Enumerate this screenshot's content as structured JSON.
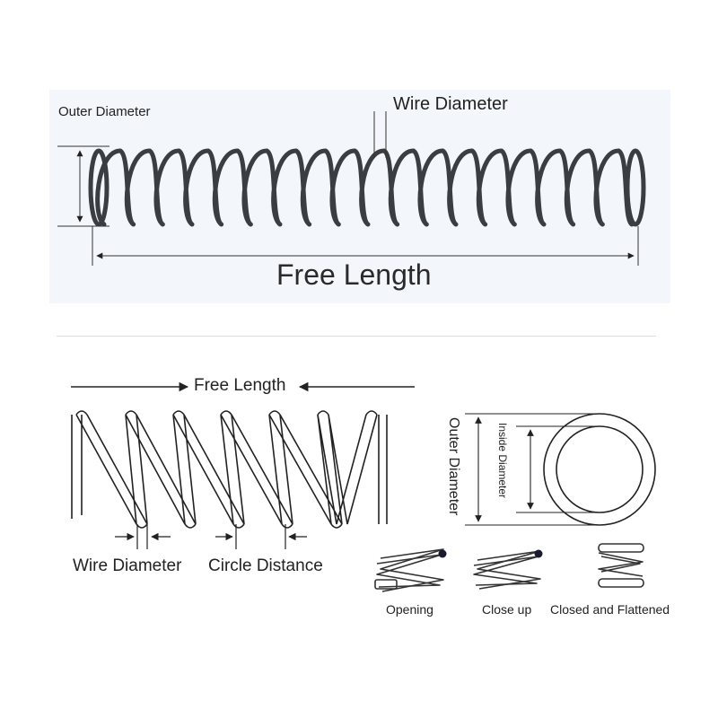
{
  "labels": {
    "outer_diameter_top": "Outer Diameter",
    "wire_diameter_top": "Wire Diameter",
    "free_length_top": "Free Length",
    "free_length_bottom": "Free Length",
    "wire_diameter_bottom": "Wire Diameter",
    "circle_distance": "Circle Distance",
    "outer_diameter_side": "Outer Diameter",
    "inside_diameter_side": "Inside Diameter",
    "end_opening": "Opening",
    "end_close_up": "Close up",
    "end_closed_flattened": "Closed and Flattened"
  },
  "colors": {
    "photo_background": "#f3f6fa",
    "spring_steel": "#3a3d42",
    "line": "#222222"
  }
}
